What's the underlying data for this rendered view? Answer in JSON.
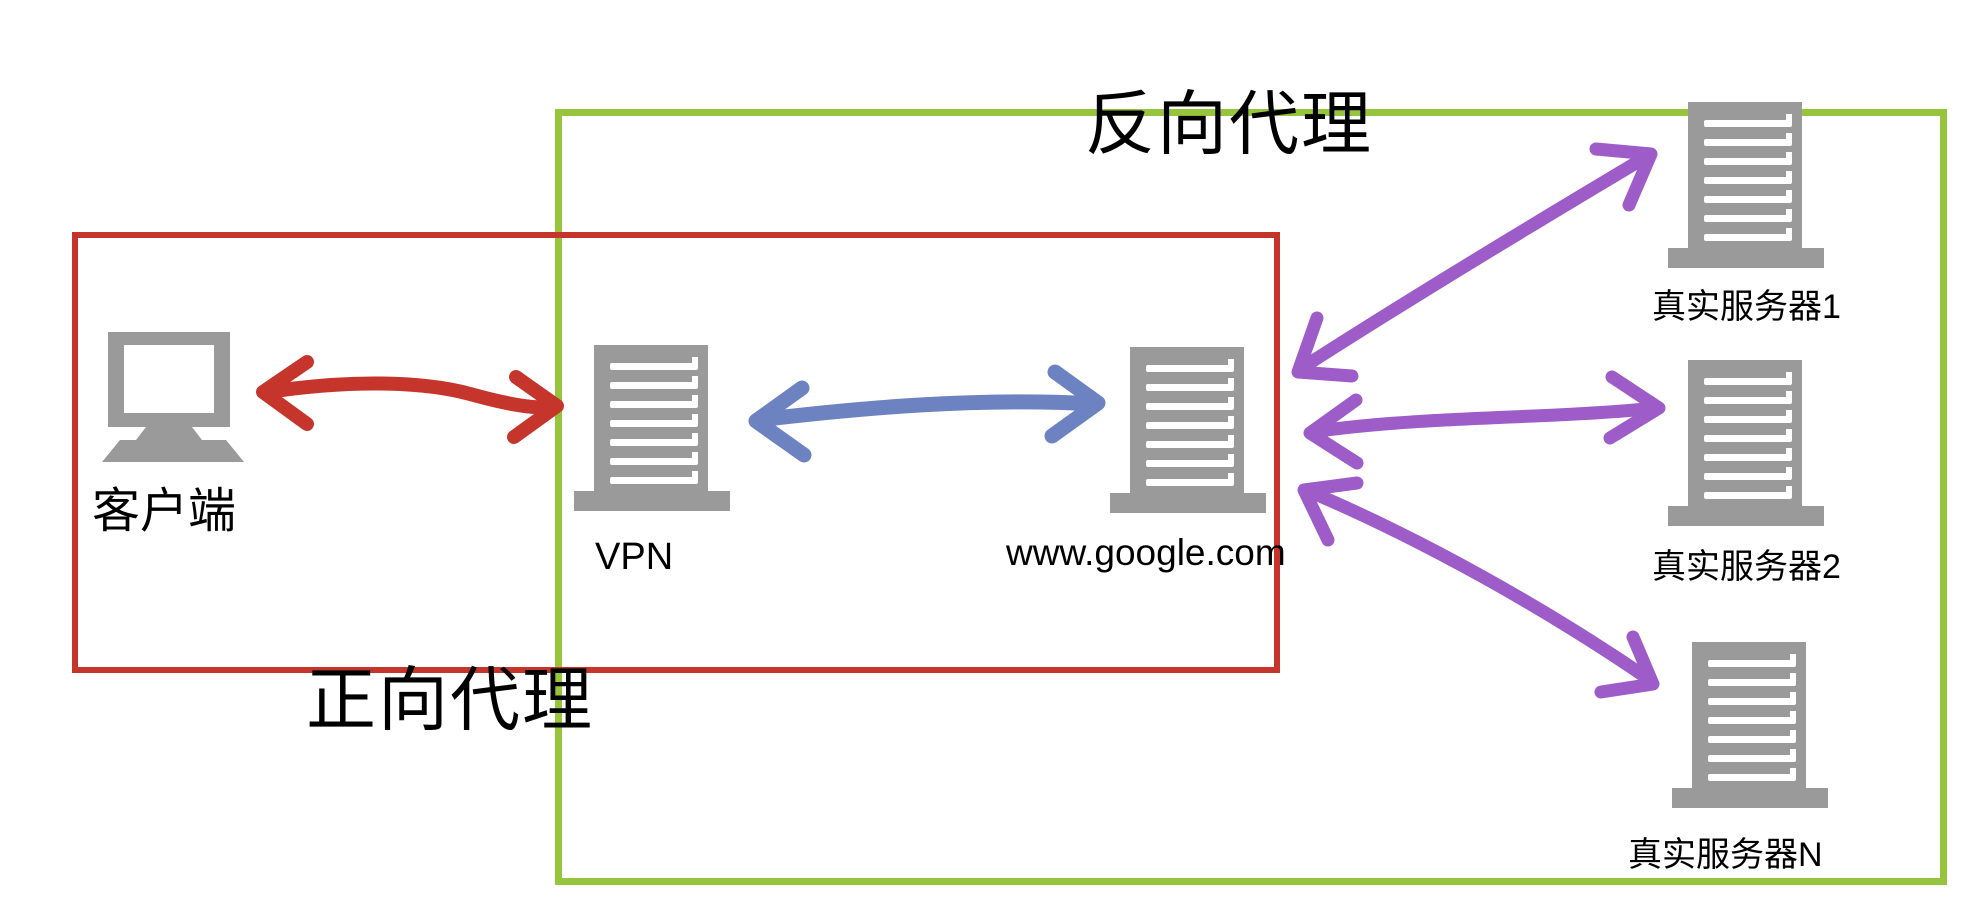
{
  "diagram": {
    "regions": {
      "forward_proxy": {
        "label": "正向代理"
      },
      "reverse_proxy": {
        "label": "反向代理"
      }
    },
    "nodes": {
      "client": {
        "label": "客户端",
        "icon": "desktop-computer-icon"
      },
      "vpn": {
        "label": "VPN",
        "icon": "server-icon"
      },
      "google": {
        "label": "www.google.com",
        "icon": "server-icon"
      },
      "server1": {
        "label": "真实服务器1",
        "icon": "server-icon"
      },
      "server2": {
        "label": "真实服务器2",
        "icon": "server-icon"
      },
      "serverN": {
        "label": "真实服务器N",
        "icon": "server-icon"
      }
    },
    "connections": [
      {
        "from": "client",
        "to": "vpn",
        "bidirectional": true,
        "color": "#c5352b"
      },
      {
        "from": "vpn",
        "to": "google",
        "bidirectional": true,
        "color": "#6d83c1"
      },
      {
        "from": "google",
        "to": "server1",
        "bidirectional": true,
        "color": "#9e5cc9"
      },
      {
        "from": "google",
        "to": "server2",
        "bidirectional": true,
        "color": "#9e5cc9"
      },
      {
        "from": "google",
        "to": "serverN",
        "bidirectional": true,
        "color": "#9e5cc9"
      }
    ],
    "colors": {
      "forward_proxy_box": "#c5352b",
      "reverse_proxy_box": "#97c43d",
      "client_vpn_arrow": "#c5352b",
      "vpn_google_arrow": "#6d83c1",
      "google_servers_arrow": "#9e5cc9",
      "icon_gray": "#9a9a9a",
      "text": "#000000",
      "background": "#ffffff"
    }
  }
}
